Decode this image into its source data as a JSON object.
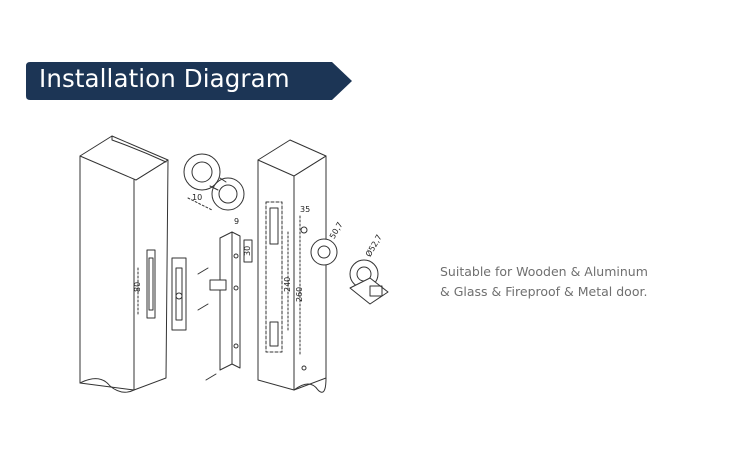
{
  "banner": {
    "title": "Installation Diagram",
    "color": "#1c3555"
  },
  "caption": {
    "line1": "Suitable for Wooden & Aluminum",
    "line2": "& Glass & Fireproof & Metal door."
  },
  "diagram": {
    "dimensions": {
      "d10": "10",
      "d9": "9",
      "d80": "80",
      "d30": "30",
      "d240": "240",
      "d260": "260",
      "d35": "35",
      "d50_7": "50,7",
      "d52_7": "Ø52,7"
    }
  }
}
